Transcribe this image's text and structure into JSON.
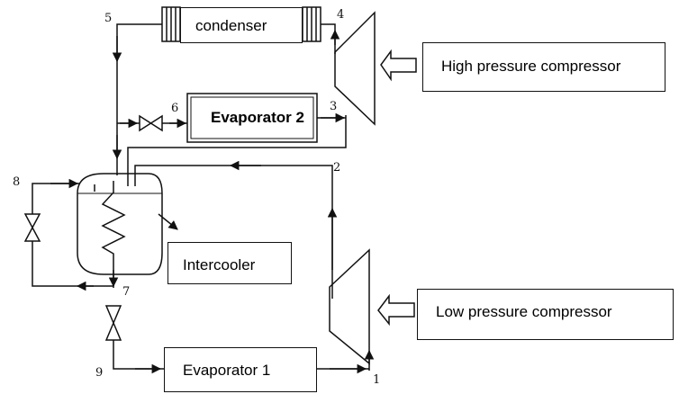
{
  "components": {
    "condenser": "condenser",
    "evaporator_2": "Evaporator 2",
    "high_pressure_compressor": "High pressure  compressor",
    "intercooler": "Intercooler",
    "low_pressure_compressor": "Low pressure  compressor",
    "evaporator_1": "Evaporator 1"
  },
  "state_points": {
    "p1": "1",
    "p2": "2",
    "p3": "3",
    "p4": "4",
    "p5": "5",
    "p6": "6",
    "p7": "7",
    "p8": "8",
    "p9": "9"
  }
}
